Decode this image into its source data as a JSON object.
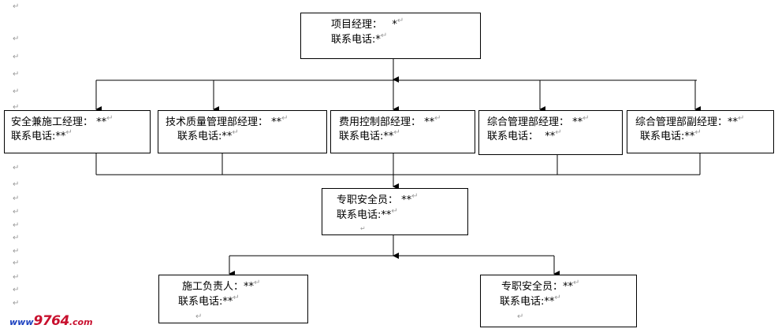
{
  "nodes": {
    "pm": {
      "title": "项目经理：",
      "value": "*",
      "phone_label": "联系电话:",
      "phone_value": "*"
    },
    "safety_construction": {
      "title": "安全兼施工经理：",
      "value": "**",
      "phone_label": "联系电话:",
      "phone_value": "**"
    },
    "tech_quality": {
      "title": "技术质量管理部经理：",
      "value": "**",
      "phone_label": "联系电话:",
      "phone_value": "**"
    },
    "cost_control": {
      "title": "费用控制部经理：",
      "value": "**",
      "phone_label": "联系电话:",
      "phone_value": "**"
    },
    "general_mgmt": {
      "title": "综合管理部经理：",
      "value": "**",
      "phone_label": "联系电话：",
      "phone_value": "**"
    },
    "general_mgmt_deputy": {
      "title": "综合管理部副经理：",
      "value": "**",
      "phone_label": "联系电话:",
      "phone_value": "**"
    },
    "safety_officer": {
      "title": "专职安全员：",
      "value": "**",
      "phone_label": "联系电话:",
      "phone_value": "**"
    },
    "construction_lead": {
      "title": "施工负责人：",
      "value": "**",
      "phone_label": "联系电话:",
      "phone_value": "**"
    },
    "safety_officer_2": {
      "title": "专职安全员：",
      "value": "**",
      "phone_label": "联系电话:",
      "phone_value": "**"
    }
  },
  "paragraph_mark": "↵",
  "watermark": {
    "prefix": "www",
    "number": "9764",
    "suffix": ".com"
  }
}
